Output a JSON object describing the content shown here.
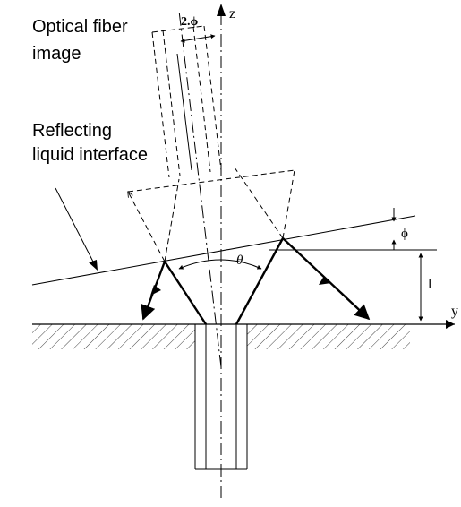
{
  "labels": {
    "fiber_image_line1": "Optical fiber",
    "fiber_image_line2": "image",
    "interface_line1": "Reflecting",
    "interface_line2": "liquid interface",
    "z_axis": "z",
    "y_axis": "y",
    "two_phi": "2.ϕ",
    "phi": "ϕ",
    "theta": "θ",
    "height": "l"
  }
}
